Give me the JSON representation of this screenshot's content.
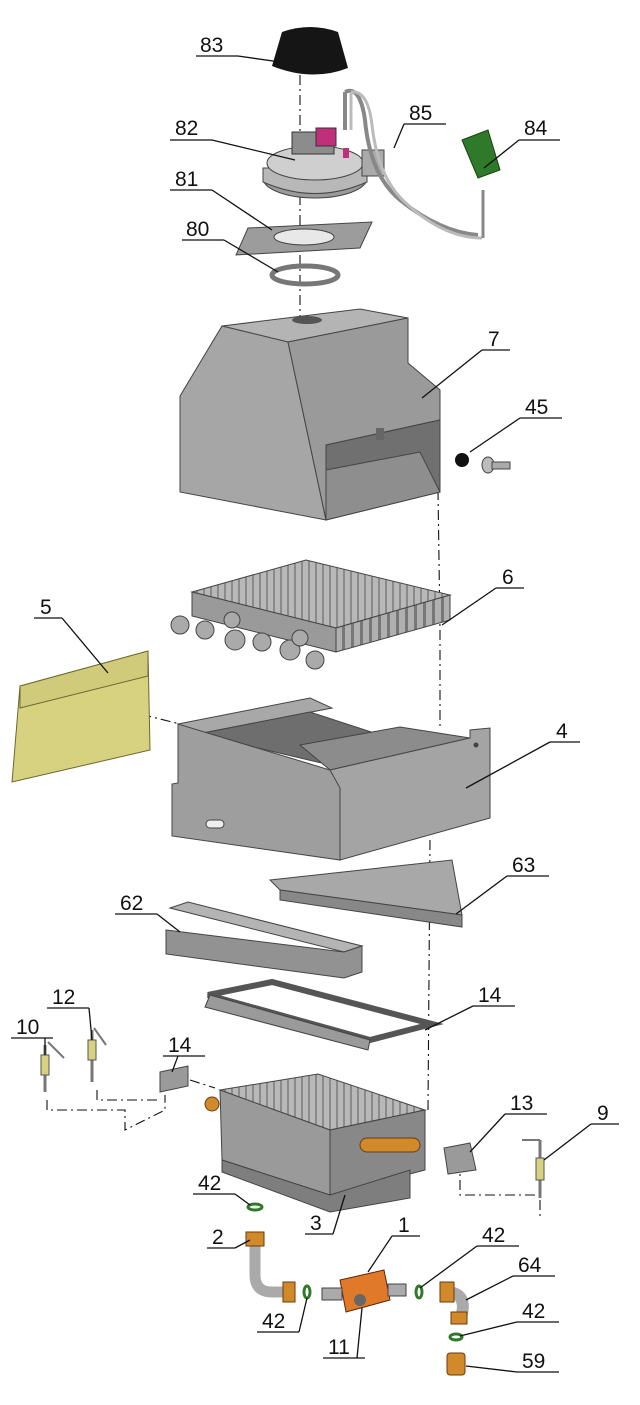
{
  "diagram": {
    "callouts": [
      {
        "id": "83",
        "text": "83"
      },
      {
        "id": "82",
        "text": "82"
      },
      {
        "id": "85",
        "text": "85"
      },
      {
        "id": "84",
        "text": "84"
      },
      {
        "id": "81",
        "text": "81"
      },
      {
        "id": "80",
        "text": "80"
      },
      {
        "id": "7",
        "text": "7"
      },
      {
        "id": "45",
        "text": "45"
      },
      {
        "id": "6",
        "text": "6"
      },
      {
        "id": "5",
        "text": "5"
      },
      {
        "id": "4",
        "text": "4"
      },
      {
        "id": "63",
        "text": "63"
      },
      {
        "id": "62",
        "text": "62"
      },
      {
        "id": "14a",
        "text": "14"
      },
      {
        "id": "12",
        "text": "12"
      },
      {
        "id": "10",
        "text": "10"
      },
      {
        "id": "14b",
        "text": "14"
      },
      {
        "id": "13",
        "text": "13"
      },
      {
        "id": "9",
        "text": "9"
      },
      {
        "id": "42a",
        "text": "42"
      },
      {
        "id": "3",
        "text": "3"
      },
      {
        "id": "1",
        "text": "1"
      },
      {
        "id": "2",
        "text": "2"
      },
      {
        "id": "42b",
        "text": "42"
      },
      {
        "id": "64",
        "text": "64"
      },
      {
        "id": "42c",
        "text": "42"
      },
      {
        "id": "42d",
        "text": "42"
      },
      {
        "id": "11",
        "text": "11"
      },
      {
        "id": "59",
        "text": "59"
      }
    ],
    "colors": {
      "steel": "#a4a4a4",
      "steel_dark": "#7c7c7c",
      "steel_light": "#c6c6c6",
      "insulation": "#d6d280",
      "sensor_green": "#2f7a2a",
      "cap_black": "#151515",
      "brass": "#d08a2a",
      "valve_orange": "#e07a2a",
      "magenta": "#c0307a"
    }
  }
}
